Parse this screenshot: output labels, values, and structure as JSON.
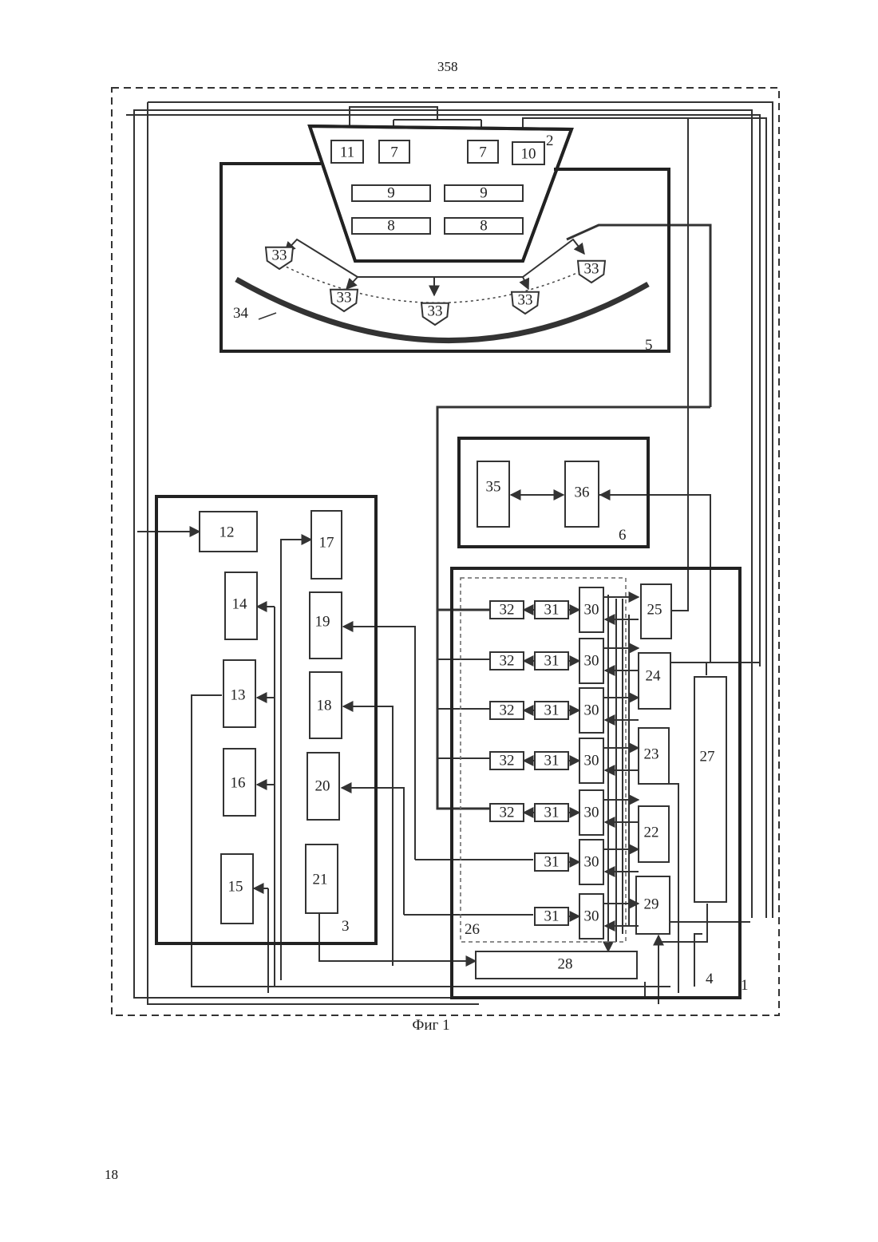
{
  "page": {
    "number": "358",
    "sheet": "18"
  },
  "figure": {
    "caption": "Фиг 1",
    "group_labels": {
      "system": "1",
      "module_2": "2",
      "module_3": "3",
      "module_4": "4",
      "module_5": "5",
      "module_6": "6",
      "subsystem_26": "26",
      "element_34": "34"
    },
    "blocks": {
      "b7a": "7",
      "b7b": "7",
      "b8a": "8",
      "b8b": "8",
      "b9a": "9",
      "b9b": "9",
      "b10": "10",
      "b11": "11",
      "b12": "12",
      "b13": "13",
      "b14": "14",
      "b15": "15",
      "b16": "16",
      "b17": "17",
      "b18": "18",
      "b19": "19",
      "b20": "20",
      "b21": "21",
      "b22": "22",
      "b23": "23",
      "b24": "24",
      "b25": "25",
      "b27": "27",
      "b28": "28",
      "b29": "29",
      "b35": "35",
      "b36": "36",
      "b30": [
        "30",
        "30",
        "30",
        "30",
        "30",
        "30",
        "30"
      ],
      "b31": [
        "31",
        "31",
        "31",
        "31",
        "31",
        "31",
        "31"
      ],
      "b32": [
        "32",
        "32",
        "32",
        "32",
        "32"
      ],
      "b33": [
        "33",
        "33",
        "33",
        "33",
        "33"
      ]
    }
  }
}
